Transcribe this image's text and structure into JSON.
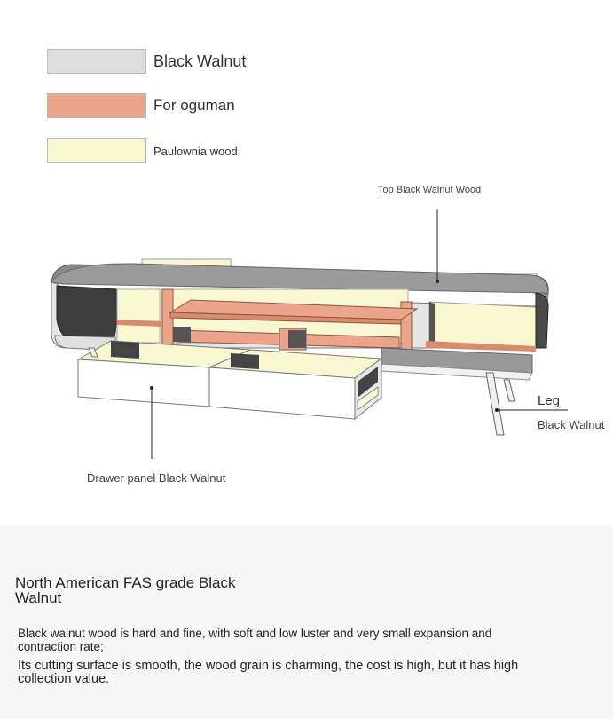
{
  "legend": [
    {
      "label": "Black Walnut",
      "color": "#dcdcdc"
    },
    {
      "label": "For oguman",
      "color": "#eba58a"
    },
    {
      "label": "Paulownia wood",
      "color": "#f9f6d2"
    }
  ],
  "callouts": {
    "top": "Top Black Walnut Wood",
    "leg": "Leg",
    "leg_material": "Black Walnut",
    "drawer": "Drawer panel Black Walnut"
  },
  "description": {
    "title": "North American FAS grade Black Walnut",
    "paragraph_1": "Black walnut wood is hard and fine, with soft and low luster and very small expansion and contraction rate;",
    "paragraph_2": "Its cutting surface is smooth, the wood grain is charming, the cost is high, but it has high collection value."
  }
}
